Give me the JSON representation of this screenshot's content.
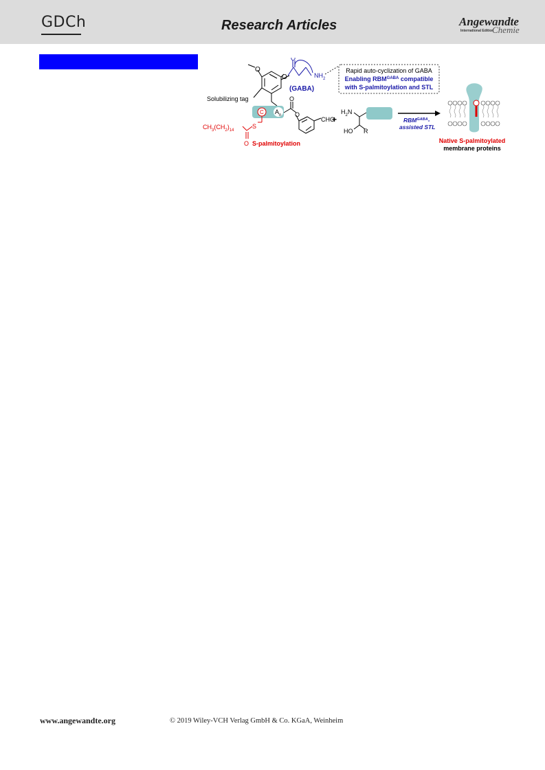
{
  "header": {
    "left_logo": "GDCh",
    "section": "Research Articles",
    "brand_main": "Angewandte",
    "brand_sub": "International Edition",
    "brand_chemie": "Chemie"
  },
  "graphic": {
    "gaba_label": "(GABA)",
    "nh2": "NH",
    "nh2_sub": "2",
    "callout_line1": "Rapid auto-cyclization of GABA",
    "callout_line2_a": "Enabling RBM",
    "callout_line2_sup": "GABA",
    "callout_line2_b": " compatible",
    "callout_line3": "with S-palmitoylation and STL",
    "solubilizing_tag": "Solubilizing tag",
    "cys": "C",
    "an": "A",
    "an_sub": "n",
    "cho": "CHO",
    "palmitoyl_formula_a": "CH",
    "palmitoyl_formula_sub1": "3",
    "palmitoyl_formula_b": "(CH",
    "palmitoyl_formula_sub2": "2",
    "palmitoyl_formula_c": ")",
    "palmitoyl_formula_sub3": "14",
    "s_atom": "S",
    "o_atom": "O",
    "s_palmitoylation": "S-palmitoylation",
    "plus": "+",
    "h2n": "H",
    "h2n_sub": "2",
    "h2n_n": "N",
    "ho": "HO",
    "r": "R",
    "arrow_label_a": "RBM",
    "arrow_label_sup": "GABA",
    "arrow_label_b": "-",
    "arrow_label_line2": "assisted STL",
    "result_line1": "Native S-palmitoylated",
    "result_line2": "membrane proteins"
  },
  "footer": {
    "url": "www.angewandte.org",
    "copyright": "© 2019 Wiley-VCH Verlag GmbH & Co. KGaA, Weinheim"
  },
  "colors": {
    "header_bg": "#dcdcdc",
    "accent_blue": "#0000ff",
    "chem_blue": "#1a1aa8",
    "palmitoyl_red": "#e00000",
    "teal": "#8fc9c9"
  }
}
